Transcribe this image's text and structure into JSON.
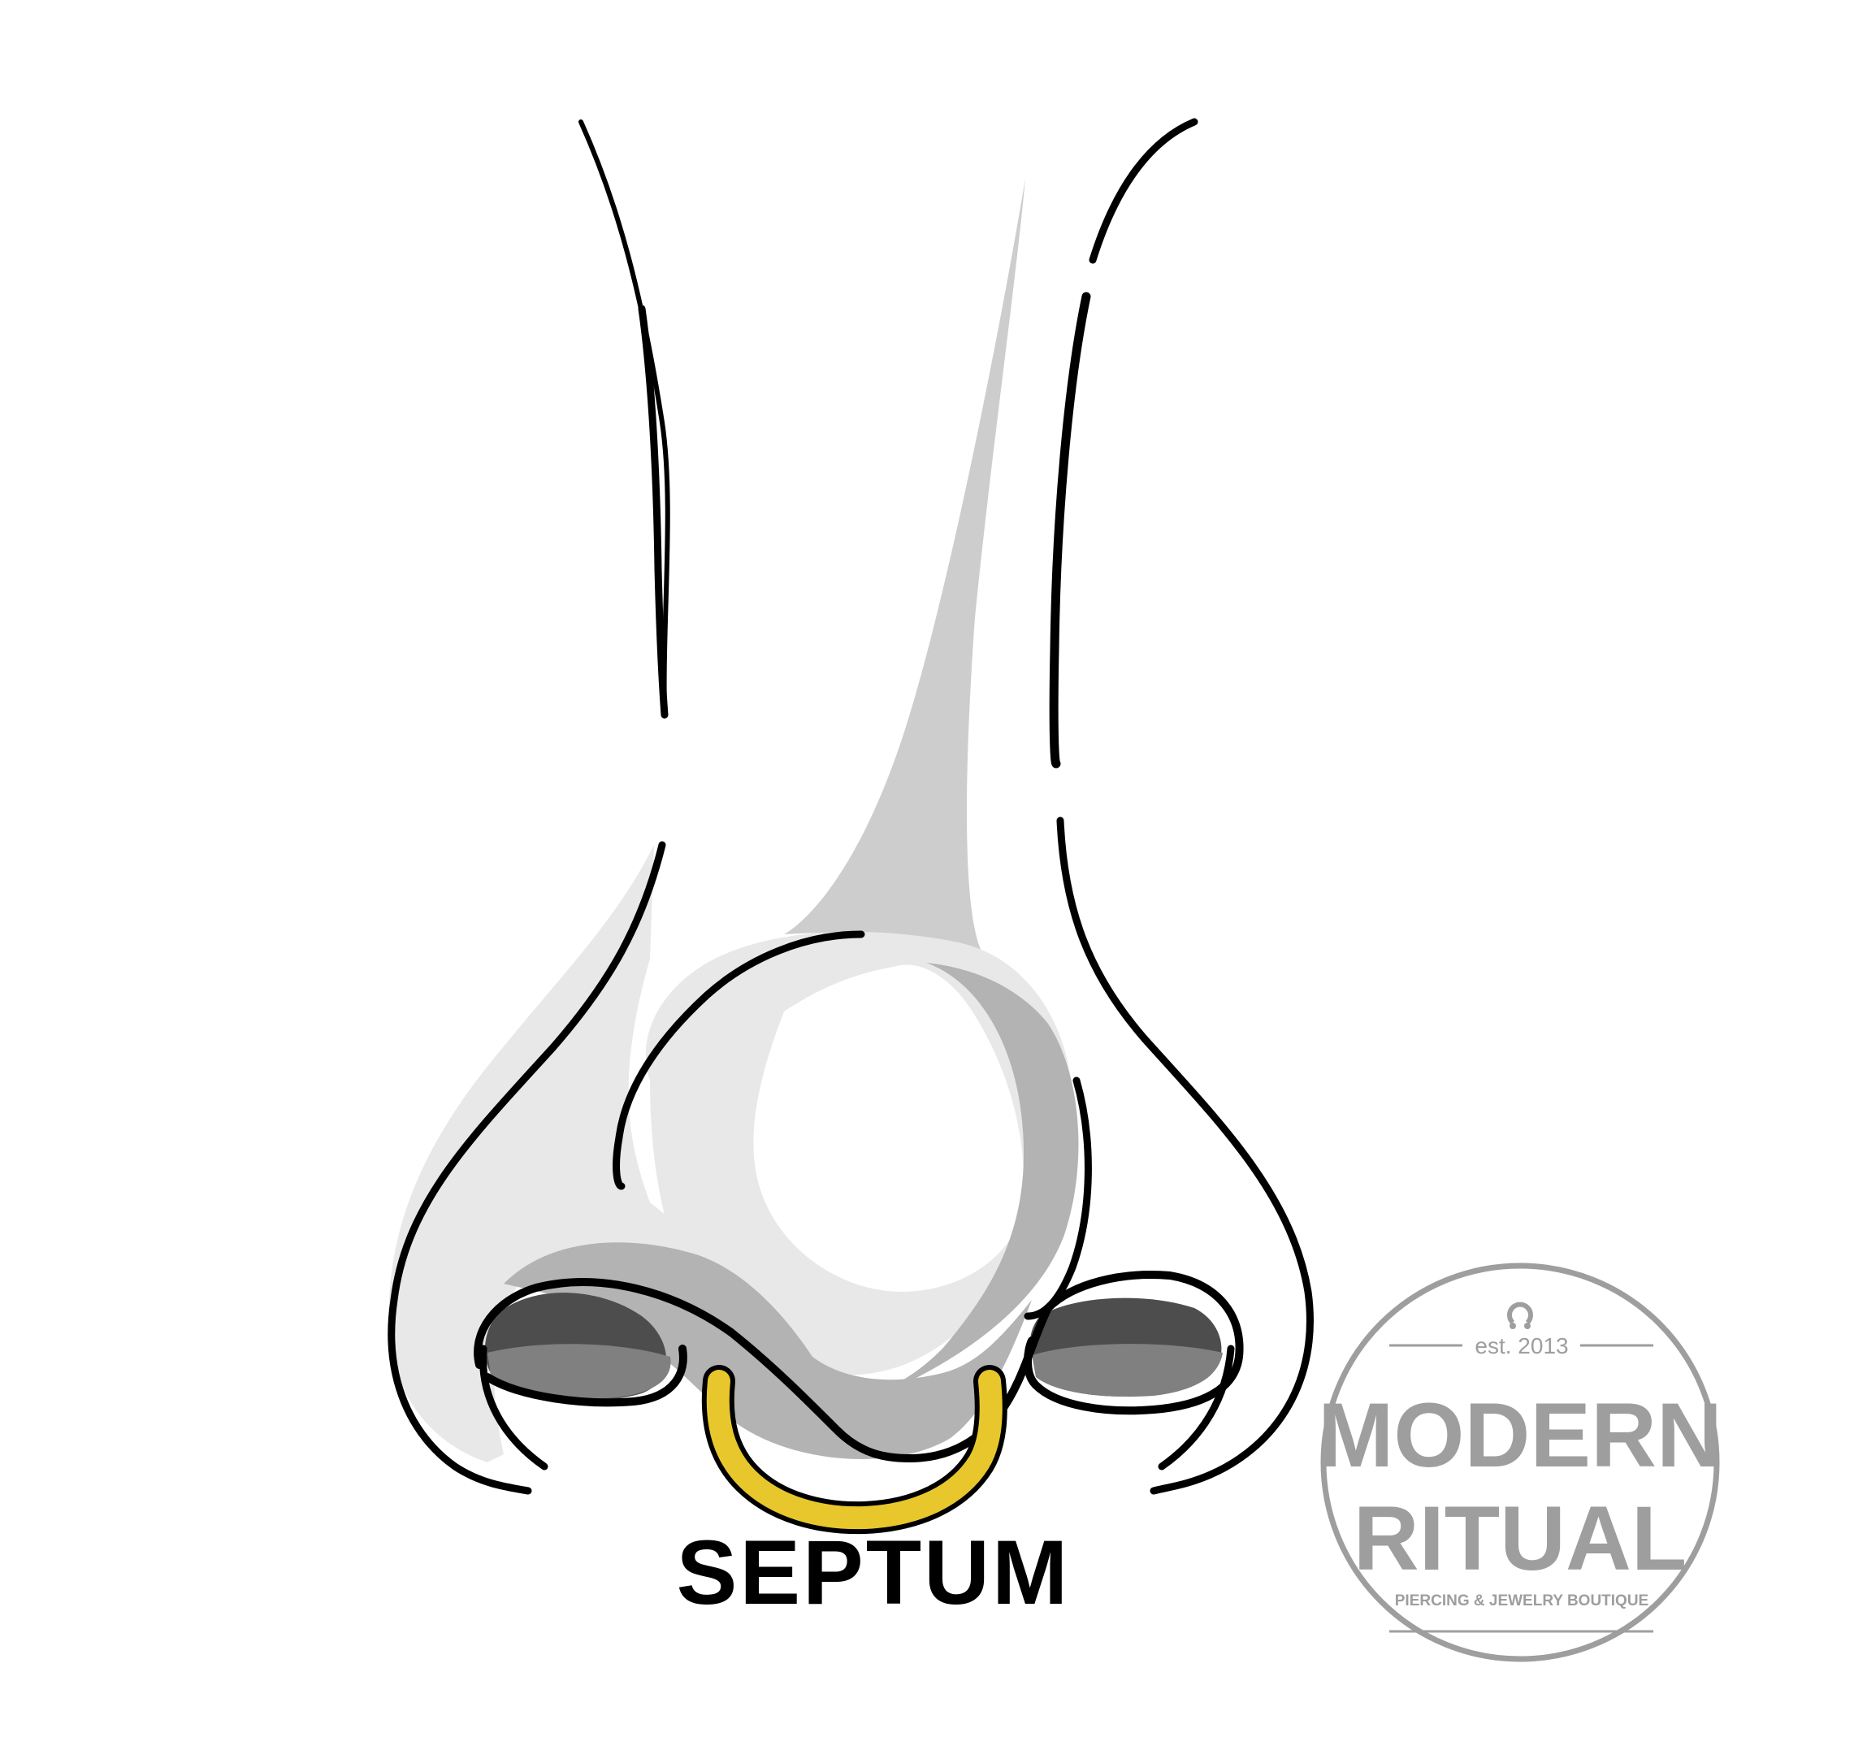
{
  "caption": "SEPTUM",
  "logo": {
    "est": "est. 2013",
    "name_line1": "MODERN",
    "name_line2": "RITUAL",
    "tagline": "PIERCING & JEWELRY BOUTIQUE",
    "icon": "horseshoe-ring-icon",
    "color": "#9e9e9e"
  },
  "colors": {
    "outline": "#000000",
    "ring": "#e8c72c",
    "shade_light": "#e8e8e8",
    "shade_mid": "#b3b3b3",
    "shade_soft": "#cdcdcd",
    "nostril_top": "#4d4d4d",
    "nostril_bottom": "#808080"
  }
}
